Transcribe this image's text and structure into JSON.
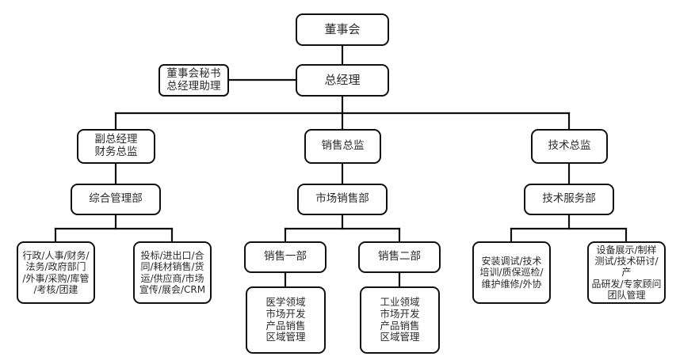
{
  "diagram": {
    "title_text": "",
    "type": "organization-chart",
    "colors": {
      "box_border": "#111111",
      "box_fill": "#ffffff",
      "text": "#2b2b2b",
      "connector": "#111111"
    },
    "nodes": {
      "board": {
        "label": "董事会"
      },
      "gm": {
        "label": "总经理"
      },
      "secretary": {
        "label": "董事会秘书\n总经理助理"
      },
      "deputy_gm": {
        "label": "副总经理\n财务总监"
      },
      "sales_dir": {
        "label": "销售总监"
      },
      "tech_dir": {
        "label": "技术总监"
      },
      "admin_dept": {
        "label": "综合管理部"
      },
      "market_dept": {
        "label": "市场销售部"
      },
      "service_dept": {
        "label": "技术服务部"
      },
      "admin_fn1": {
        "label": "行政/人事/财务/\n法务/政府部门\n/外事/采购/库管\n/考核/团建"
      },
      "admin_fn2": {
        "label": "投标/进出口/合\n同/耗材销售/货\n运/供应商/市场\n宣传/展会/CRM"
      },
      "sales_1": {
        "label": "销售一部"
      },
      "sales_2": {
        "label": "销售二部"
      },
      "sales_1_fn": {
        "label": "医学领域\n市场开发\n产品销售\n区域管理"
      },
      "sales_2_fn": {
        "label": "工业领域\n市场开发\n产品销售\n区域管理"
      },
      "tech_fn1": {
        "label": "安装调试/技术\n培训/质保巡检/\n维护维修/外协"
      },
      "tech_fn2": {
        "label": "设备展示/制样\n测试/技术研讨/产\n品研发/专家顾问\n团队管理"
      }
    }
  }
}
